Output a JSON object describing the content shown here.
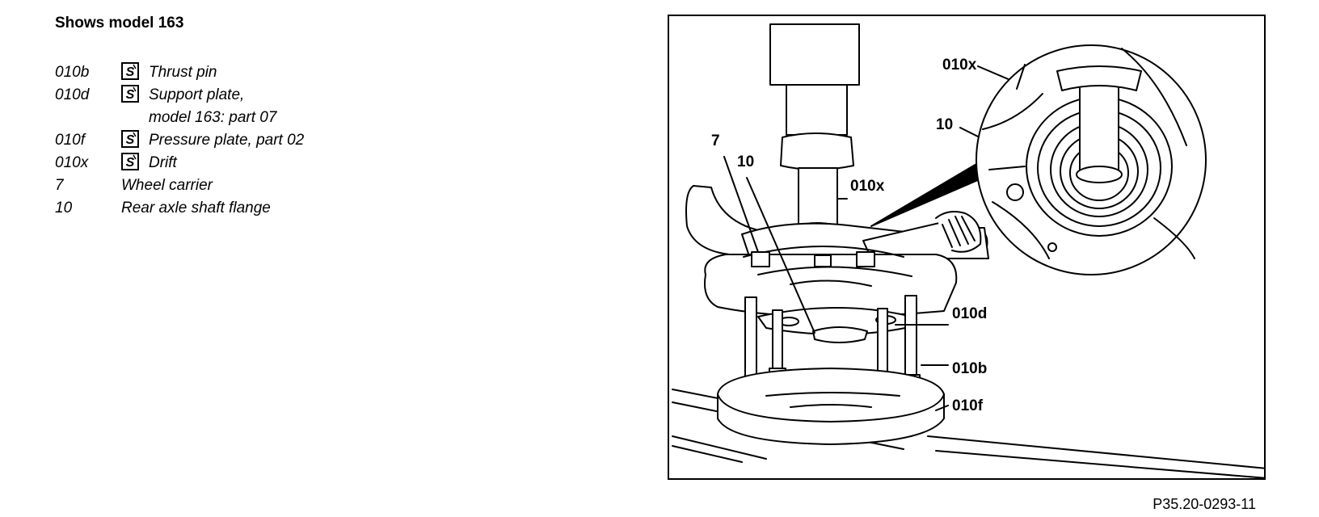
{
  "title": "Shows model 163",
  "legend": [
    {
      "code": "010b",
      "icon": "tool-icon",
      "text": "Thrust pin",
      "text2": ""
    },
    {
      "code": "010d",
      "icon": "tool-icon",
      "text": "Support plate,",
      "text2": "model 163: part 07"
    },
    {
      "code": "010f",
      "icon": "tool-icon",
      "text": "Pressure plate, part 02",
      "text2": ""
    },
    {
      "code": "010x",
      "icon": "tool-icon",
      "text": "Drift",
      "text2": ""
    },
    {
      "code": "7",
      "icon": "",
      "text": "Wheel carrier",
      "text2": ""
    },
    {
      "code": "10",
      "icon": "",
      "text": "Rear axle shaft flange",
      "text2": ""
    }
  ],
  "figure": {
    "labels": {
      "l7": "7",
      "l10": "10",
      "l010x": "010x",
      "l010x_detail": "010x",
      "l10_detail": "10",
      "l010d": "010d",
      "l010b": "010b",
      "l010f": "010f"
    }
  },
  "reference": "P35.20-0293-11"
}
